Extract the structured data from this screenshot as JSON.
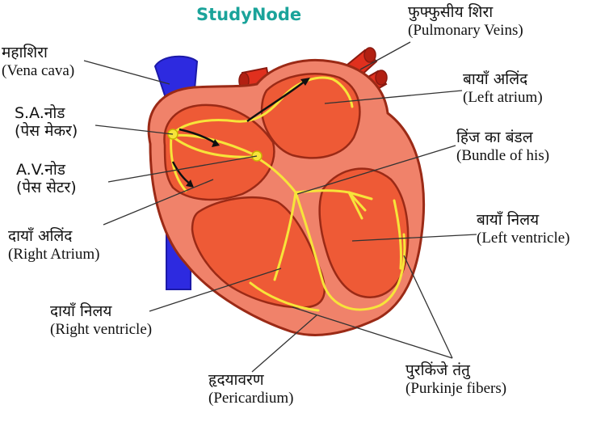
{
  "brand": "StudyNode",
  "colors": {
    "vein": "#2d2ae0",
    "pericardium": "#f0826a",
    "chamber": "#ee5a36",
    "outline": "#9b2a16",
    "conduction": "#f7e43a",
    "artery": "#e0301e",
    "brand": "#1aa39a"
  },
  "labels": {
    "vena_cava": {
      "hi": "महाशिरा",
      "en": "(Vena cava)"
    },
    "sa_node": {
      "hi": "S.A.नोड",
      "en": "(पेस मेकर)"
    },
    "av_node": {
      "hi": "A.V.नोड",
      "en": "(पेस सेटर)"
    },
    "right_atrium": {
      "hi": "दायाँ अलिंद",
      "en": "(Right Atrium)"
    },
    "right_ventricle": {
      "hi": "दायाँ निलय",
      "en": "(Right ventricle)"
    },
    "pericardium": {
      "hi": "हृदयावरण",
      "en": "(Pericardium)"
    },
    "pulmonary_veins": {
      "hi": "फुफ्फुसीय शिरा",
      "en": "(Pulmonary Veins)"
    },
    "left_atrium": {
      "hi": "बायाँ अलिंद",
      "en": "(Left atrium)"
    },
    "bundle_of_his": {
      "hi": "हिंज का बंडल",
      "en": "(Bundle of his)"
    },
    "left_ventricle": {
      "hi": "बायाँ निलय",
      "en": "(Left ventricle)"
    },
    "purkinje": {
      "hi": "पुरकिंजे तंतु",
      "en": "(Purkinje fibers)"
    }
  }
}
